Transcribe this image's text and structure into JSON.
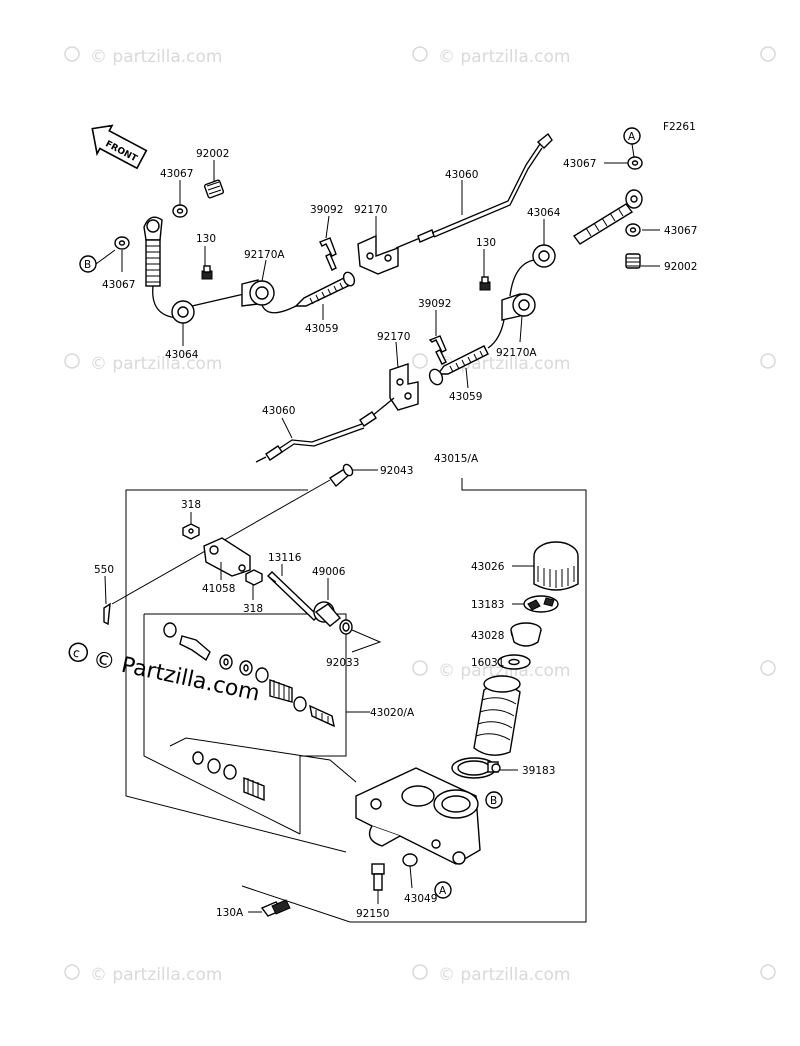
{
  "figure_id": "F2261",
  "front_label": "FRONT",
  "primary_watermark": "© Partzilla.com",
  "watermark_text": "© partzilla.com",
  "callouts": {
    "a": "A",
    "b": "B"
  },
  "parts": {
    "p92002_top": "92002",
    "p43067_top": "43067",
    "p43067_b": "43067",
    "p130_left": "130",
    "p92170A_left": "92170A",
    "p39092_top": "39092",
    "p92170_top": "92170",
    "p43060_top": "43060",
    "p43059_top": "43059",
    "p43064_left": "43064",
    "p43067_ra": "43067",
    "p43064_right": "43064",
    "p130_right": "130",
    "p43067_right": "43067",
    "p92002_right": "92002",
    "p39092_mid": "39092",
    "p92170_mid": "92170",
    "p92170A_right": "92170A",
    "p43059_mid": "43059",
    "p43060_mid": "43060",
    "p92043": "92043",
    "p43015A": "43015/A",
    "p318_top": "318",
    "p550": "550",
    "p41058": "41058",
    "p318_bot": "318",
    "p13116": "13116",
    "p49006": "49006",
    "p92033": "92033",
    "p43026": "43026",
    "p13183": "13183",
    "p43028": "43028",
    "p16031": "16031",
    "p43020A": "43020/A",
    "p39183": "39183",
    "p43049": "43049",
    "p92150": "92150",
    "p130A": "130A"
  }
}
